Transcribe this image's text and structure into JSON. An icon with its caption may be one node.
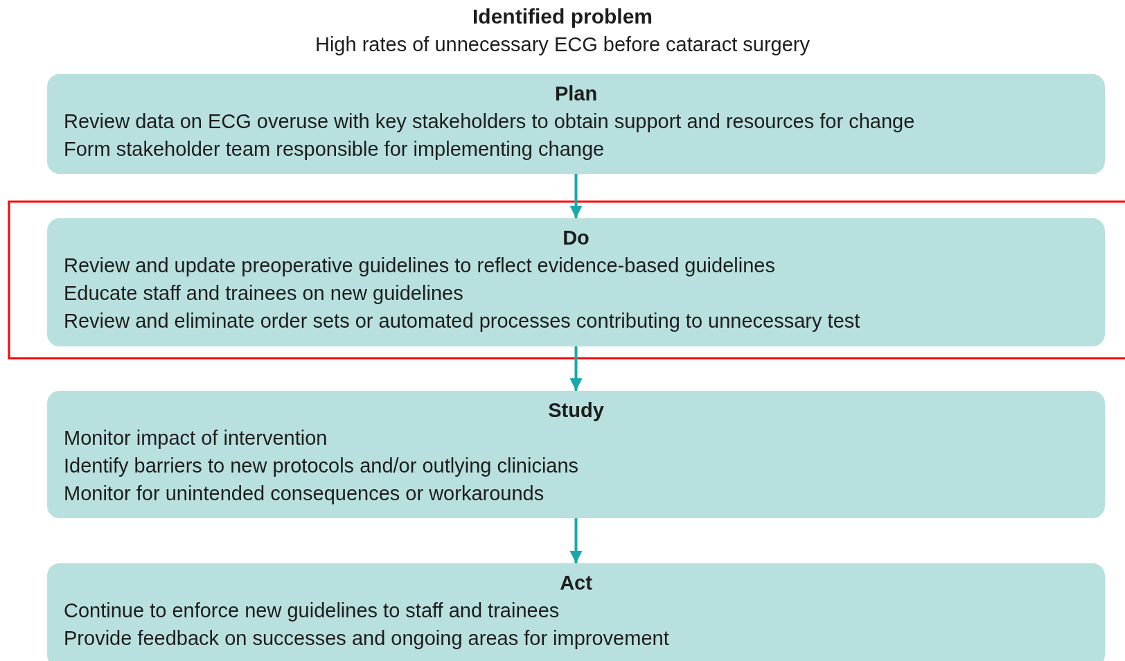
{
  "diagram": {
    "title": "Identified problem",
    "nodes": [
      {
        "text": [
          "Plan",
          "Review data on ECG overuse with key stakeholders to obtain support and resources for change",
          "Form stakeholder team responsible for implementing change"
        ]
      },
      {
        "text": [
          "Do",
          "Review and update preoperative guidelines to reflect evidence-based guidelines",
          "Educate staff and trainees on new guidelines",
          "Review and eliminate order sets or automated processes contributing to unnecessary test"
        ]
      },
      {
        "text": [
          "Study",
          "Monitor impact of intervention",
          "Identify barriers to new protocols and/or outlying clinicians",
          "Monitor for unintended consequences or workarounds"
        ]
      },
      {
        "text": [
          "Act",
          "Continue to enforce new guidelines to staff and trainees",
          "Provide feedback on successes and ongoing areas for improvement"
        ]
      }
    ],
    "edges": [
      {
        "from": 0,
        "to": 1,
        "arrow": "to"
      },
      {
        "from": 1,
        "to": 2,
        "arrow": "to"
      },
      {
        "from": 2,
        "to": 3,
        "arrow": "to"
      }
    ],
    "labels": [
      "High rates of unnecessary ECG before cataract surgery"
    ]
  }
}
